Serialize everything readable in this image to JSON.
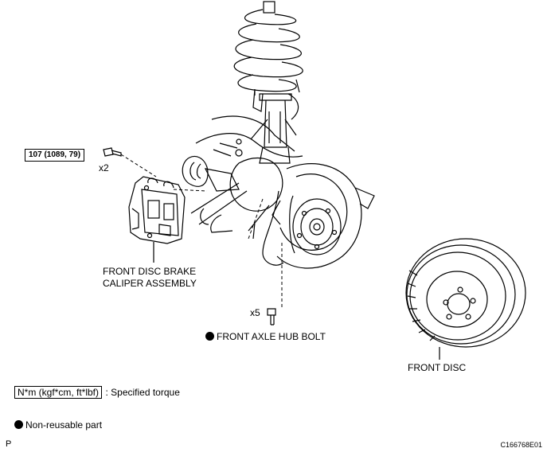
{
  "torque_spec": "107 (1089, 79)",
  "caliper_bolt_qty": "x2",
  "caliper_label": [
    "FRONT DISC BRAKE",
    "CALIPER ASSEMBLY"
  ],
  "hub_bolt_qty": "x5",
  "hub_bolt_label": "FRONT AXLE HUB BOLT",
  "disc_label": "FRONT DISC",
  "legend": {
    "torque_units": "N*m (kgf*cm, ft*lbf)",
    "torque_desc": ": Specified torque",
    "nonreusable": "Non-reusable part"
  },
  "corner_left": "P",
  "figure_code": "C166768E01"
}
